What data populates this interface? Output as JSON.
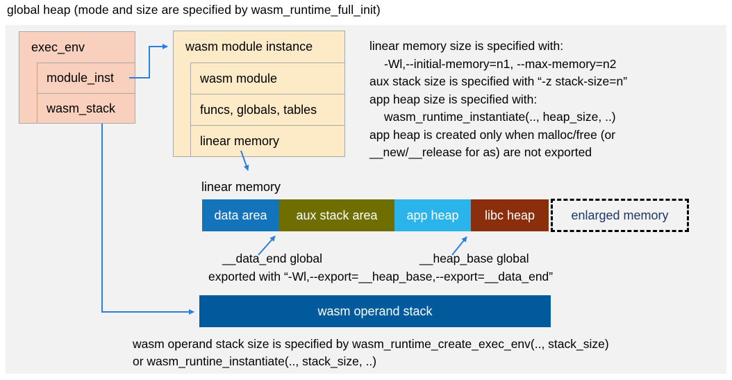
{
  "title": "global heap (mode and size are specified by wasm_runtime_full_init)",
  "exec_env": {
    "title": "exec_env",
    "rows": [
      "module_inst",
      "wasm_stack"
    ],
    "fill": "#f9d0bd"
  },
  "module_instance": {
    "title": "wasm module instance",
    "rows": [
      "wasm module",
      "funcs, globals, tables",
      "linear memory"
    ],
    "fill": "#fdeac6"
  },
  "notes_right": {
    "lines": [
      "linear memory size is specified with:",
      "-Wl,--initial-memory=n1, --max-memory=n2",
      "aux stack size is specified with “-z stack-size=n”",
      "app heap size is specified with:",
      "wasm_runtime_instantiate(.., heap_size, ..)",
      "app heap is created only when malloc/free (or",
      "__new/__release for as) are not exported"
    ]
  },
  "linear_memory": {
    "label": "linear memory",
    "segments": [
      {
        "label": "data area",
        "color": "#1374bc",
        "text_color": "#ffffff"
      },
      {
        "label": "aux stack area",
        "color": "#6e6f00",
        "text_color": "#ffffff"
      },
      {
        "label": "app heap",
        "color": "#2ab4e9",
        "text_color": "#ffffff"
      },
      {
        "label": "libc heap",
        "color": "#8a2e0c",
        "text_color": "#ffffff"
      },
      {
        "label": "enlarged memory",
        "color": "transparent",
        "text_color": "#1f3864"
      }
    ],
    "annotations": {
      "data_end": "__data_end global",
      "heap_base": "__heap_base global",
      "exported": "exported with “-Wl,--export=__heap_base,--export=__data_end”"
    }
  },
  "operand_stack": {
    "label": "wasm operand stack",
    "fill": "#005a9b",
    "text_color": "#ffffff",
    "note_lines": [
      "wasm operand stack size is specified by wasm_runtime_create_exec_env(.., stack_size)",
      "or wasm_runtine_instantiate(.., stack_size, ..)"
    ]
  },
  "colors": {
    "arrow": "#2e7fd8",
    "panel_bg": "#f2f2f2",
    "border": "#a8a8a8"
  }
}
